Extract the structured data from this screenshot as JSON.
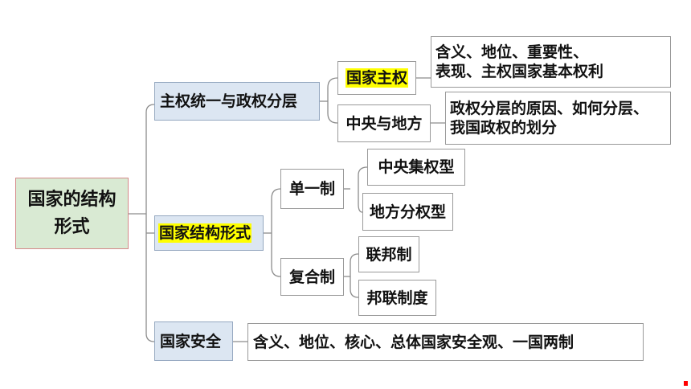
{
  "root": {
    "label": "国家的结构形式"
  },
  "branches": {
    "sovereignty": {
      "label": "主权统一与政权分层",
      "children": {
        "national_sovereignty": {
          "label": "国家主权",
          "detail_line1": "含义、地位、重要性、",
          "detail_line2": "表现、主权国家基本权利"
        },
        "central_local": {
          "label": "中央与地方",
          "detail_line1": "政权分层的原因、如何分层、",
          "detail_line2": "我国政权的划分"
        }
      }
    },
    "structure": {
      "label": "国家结构形式",
      "children": {
        "unitary": {
          "label": "单一制",
          "types": [
            "中央集权型",
            "地方分权型"
          ]
        },
        "compound": {
          "label": "复合制",
          "types": [
            "联邦制",
            "邦联制度"
          ]
        }
      }
    },
    "security": {
      "label": "国家安全",
      "detail": "含义、地位、核心、总体国家安全观、一国两制"
    }
  },
  "colors": {
    "highlight": "#ffff00",
    "branch_fill": "#dce6f2",
    "root_fill": "#d9ead3",
    "root_border": "#d58a8a",
    "connector": "#8c8c8c",
    "corner_mark": "#ff0000"
  }
}
